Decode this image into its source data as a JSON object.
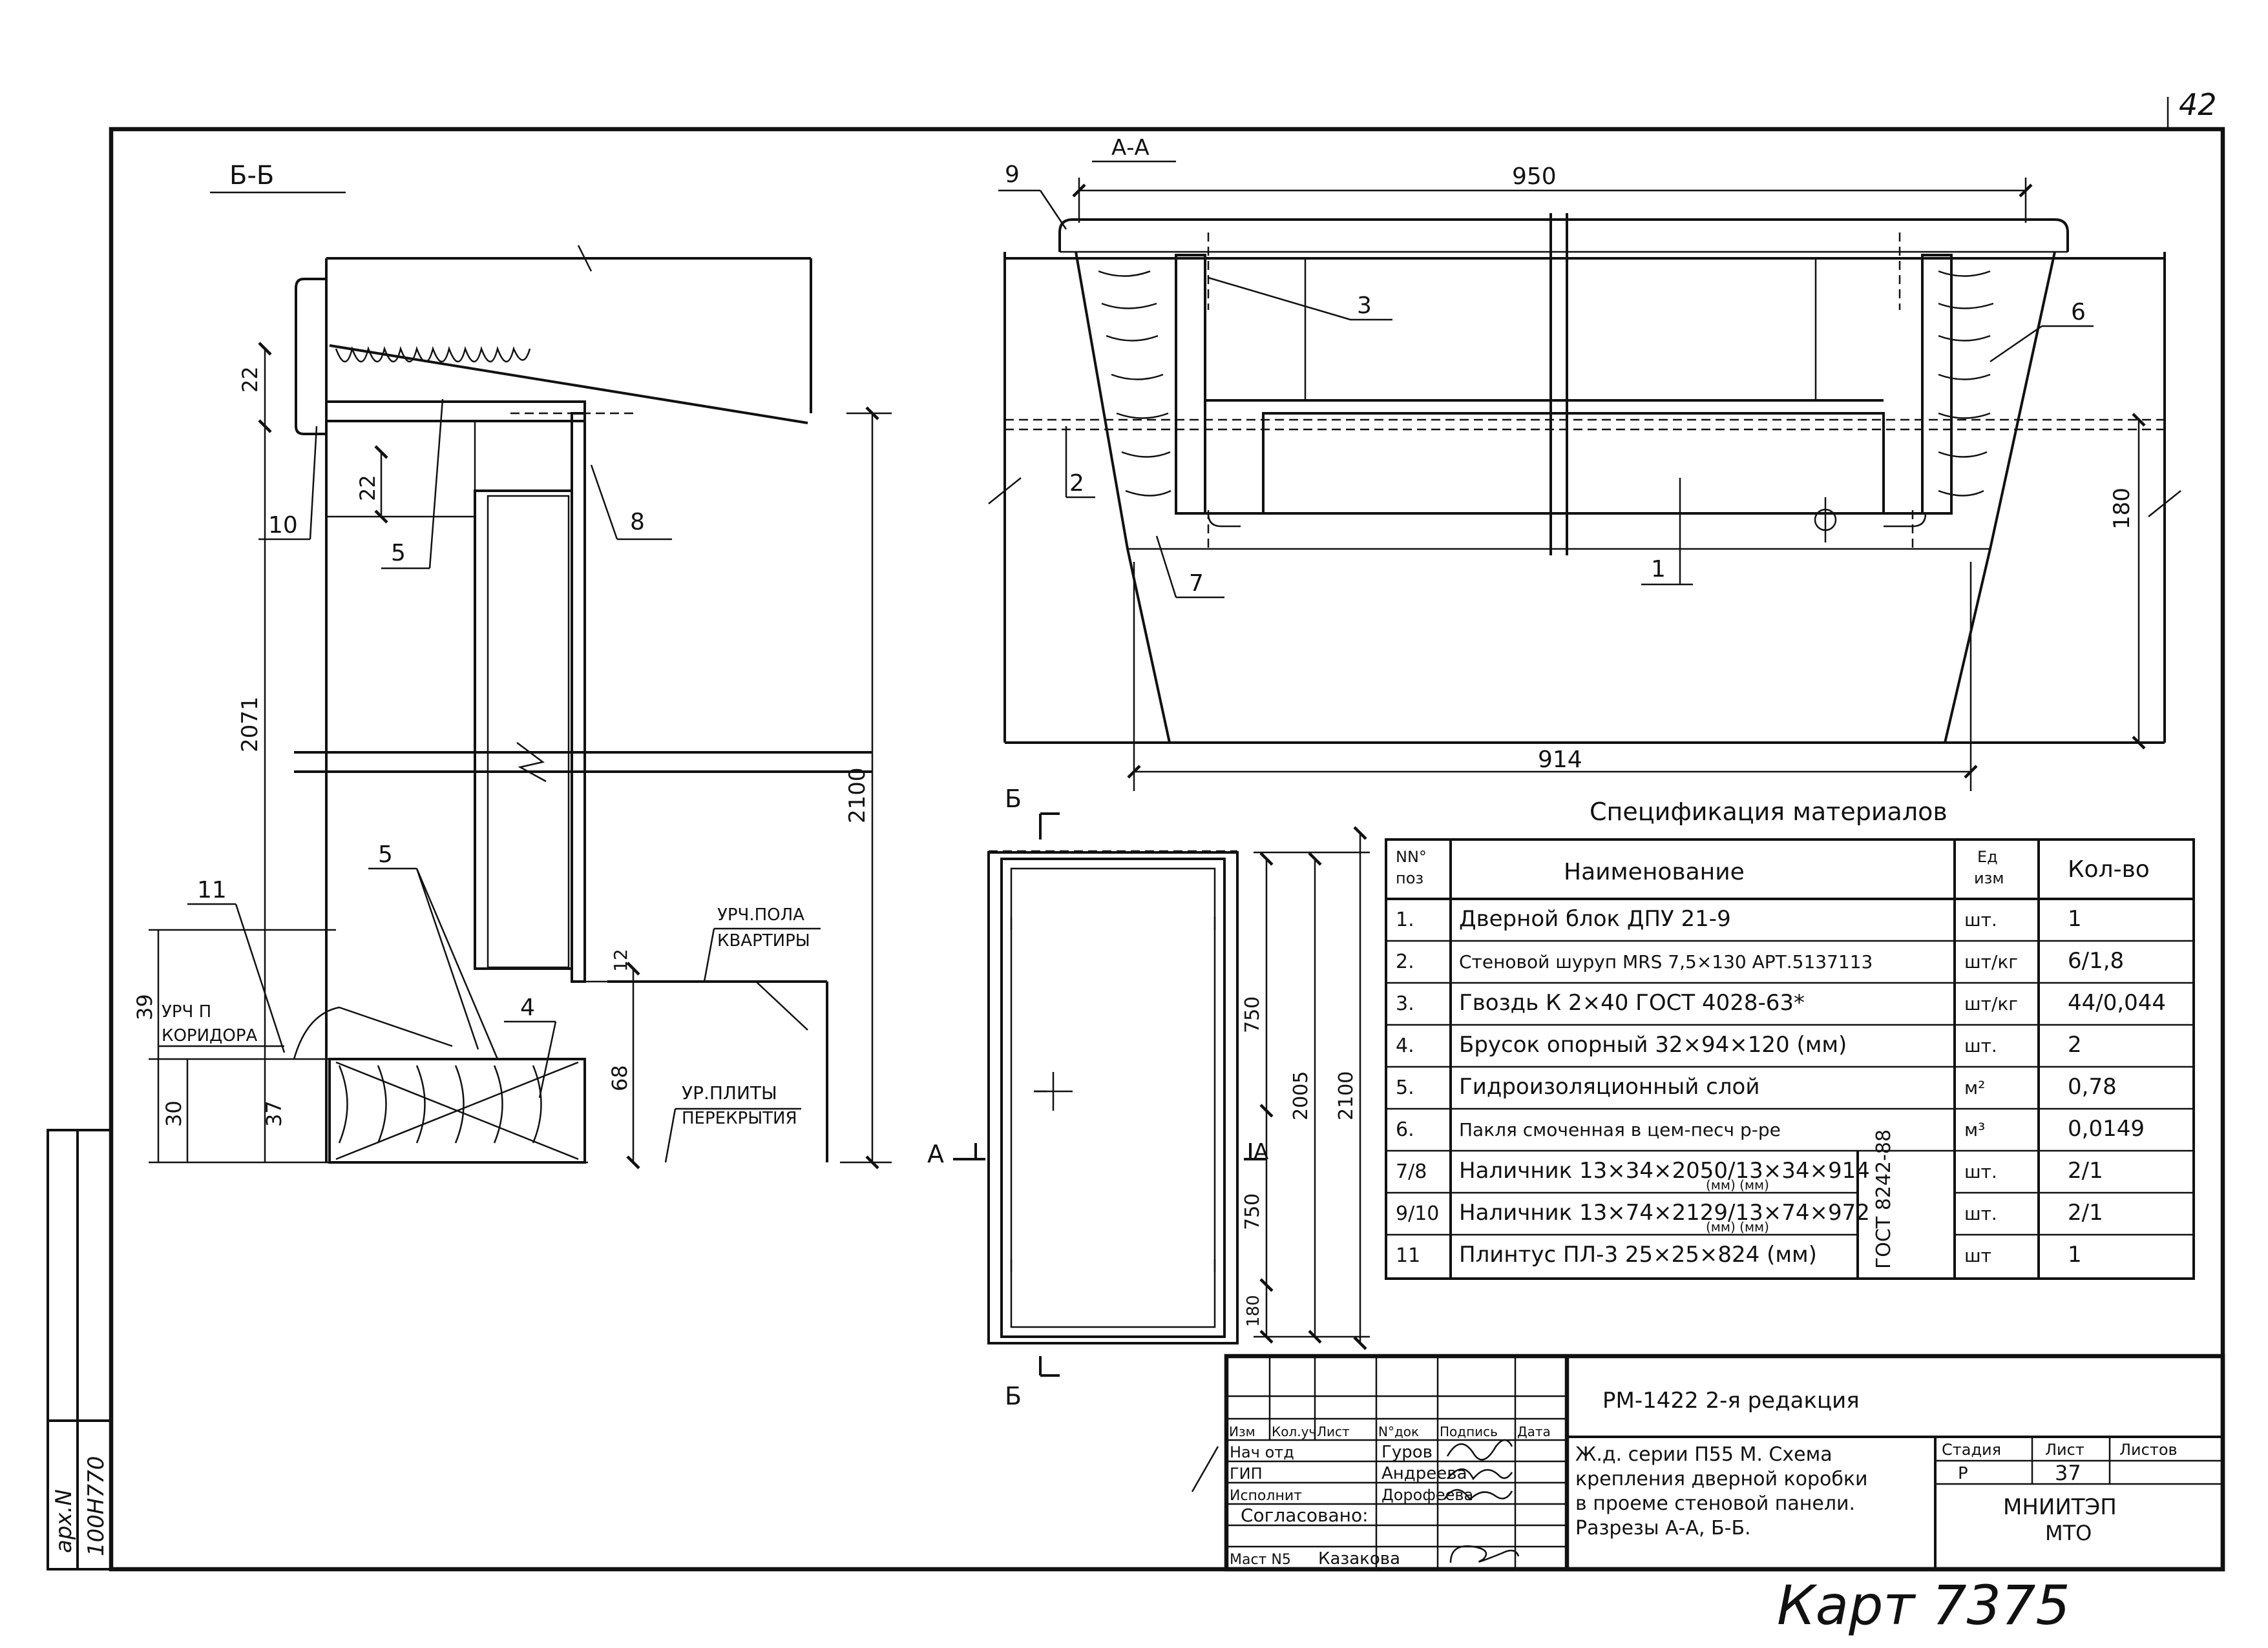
{
  "sheet_number": "42",
  "section_bb": {
    "title": "Б-Б",
    "dims": [
      "22",
      "22",
      "2071",
      "2100",
      "39",
      "30",
      "37",
      "68",
      "12"
    ],
    "leaders": [
      "10",
      "5",
      "8",
      "11",
      "5",
      "4"
    ],
    "level_labels": {
      "apartment_floor_1": "УРЧ.ПОЛА",
      "apartment_floor_2": "КВАРТИРЫ",
      "corridor_1": "УРЧ П",
      "corridor_2": "КОРИДОРА",
      "slab_1": "УР.ПЛИТЫ",
      "slab_2": "ПЕРЕКРЫТИЯ"
    }
  },
  "section_aa": {
    "title": "А-А",
    "dims": [
      "950",
      "914",
      "180"
    ],
    "leaders": [
      "9",
      "3",
      "6",
      "2",
      "1",
      "7"
    ]
  },
  "elevation": {
    "cut_b_top": "Б",
    "cut_b_bottom": "Б",
    "cut_a_left": "А",
    "cut_a_right": "А",
    "dims": [
      "750",
      "750",
      "2005",
      "2100",
      "180"
    ]
  },
  "spec": {
    "title": "Спецификация материалов",
    "headers": {
      "num": "NN° поз",
      "name": "Наименование",
      "unit": "Ед изм",
      "qty": "Кол-во"
    },
    "rows": [
      {
        "num": "1.",
        "name": "Дверной блок ДПУ 21-9",
        "unit": "шт.",
        "qty": "1"
      },
      {
        "num": "2.",
        "name": "Стеновой шуруп MRS 7,5×130 АРТ.5137113",
        "unit": "шт/кг",
        "qty": "6/1,8"
      },
      {
        "num": "3.",
        "name": "Гвоздь К 2×40 ГОСТ 4028-63*",
        "unit": "шт/кг",
        "qty": "44/0,044"
      },
      {
        "num": "4.",
        "name": "Брусок опорный 32×94×120 (мм)",
        "unit": "шт.",
        "qty": "2"
      },
      {
        "num": "5.",
        "name": "Гидроизоляционный слой",
        "unit": "м²",
        "qty": "0,78"
      },
      {
        "num": "6.",
        "name": "Пакля смоченная в цем-песч р-ре",
        "unit": "м³",
        "qty": "0,0149"
      },
      {
        "num": "7/8",
        "name": "Наличник 13×34×2050/13×34×914",
        "name_sub": "(мм)        (мм)",
        "unit": "шт.",
        "qty": "2/1"
      },
      {
        "num": "9/10",
        "name": "Наличник 13×74×2129/13×74×972",
        "name_sub": "(мм)        (мм)",
        "unit": "шт.",
        "qty": "2/1"
      },
      {
        "num": "11",
        "name": "Плинтус ПЛ-3 25×25×824 (мм)",
        "unit": "шт",
        "qty": "1"
      }
    ],
    "gost": "ГОСТ 8242-88"
  },
  "title_block": {
    "doc_code": "РМ-1422 2-я редакция",
    "col_headers": [
      "Изм",
      "Кол.уч",
      "Лист",
      "N°док",
      "Подпись",
      "Дата"
    ],
    "people": [
      {
        "role": "Нач отд",
        "name": "Гуров"
      },
      {
        "role": "ГИП",
        "name": "Андреева"
      },
      {
        "role": "Исполнит",
        "name": "Дорофеева"
      }
    ],
    "agreed": "Согласовано:",
    "mast": "Маст N5",
    "mast_name": "Казакова",
    "title_lines": [
      "Ж.д. серии П55 М. Схема",
      "крепления дверной коробки",
      "в проеме стеновой панели.",
      "Разрезы А-А, Б-Б."
    ],
    "stage_label": "Стадия",
    "sheet_label": "Лист",
    "sheets_label": "Листов",
    "stage": "Р",
    "sheet": "37",
    "org_1": "МНИИТЭП",
    "org_2": "МТО"
  },
  "archive_stamp": {
    "line1": "арх.N",
    "line2": "100Н770"
  },
  "handwritten_note": "Карт 7375"
}
